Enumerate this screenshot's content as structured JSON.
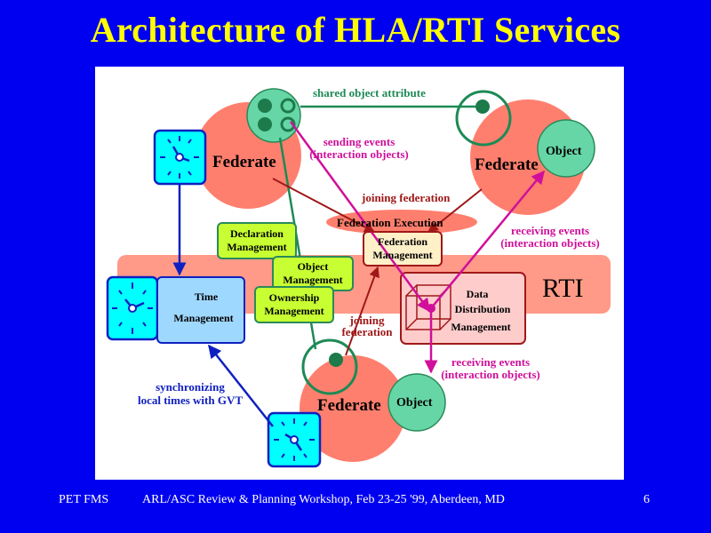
{
  "slide": {
    "title": "Architecture of HLA/RTI Services",
    "footer_left": "PET FMS",
    "footer_center": "ARL/ASC Review & Planning Workshop, Feb 23-25 '99,  Aberdeen, MD",
    "footer_right": "6"
  },
  "diagram": {
    "federate_label": "Federate",
    "object_label": "Object",
    "rti_label": "RTI",
    "federation_execution": "Federation Execution",
    "shared_object_attribute": "shared object attribute",
    "sending_events": [
      "sending events",
      "(interaction objects)"
    ],
    "joining_federation_top": "joining federation",
    "receiving_events_right": [
      "receiving events",
      "(interaction objects)"
    ],
    "receiving_events_bottom": [
      "receiving events",
      "(interaction objects)"
    ],
    "joining_federation_mid": [
      "joining",
      "federation"
    ],
    "synchronizing": [
      "synchronizing",
      "local times with GVT"
    ],
    "declaration_management": [
      "Declaration",
      "Management"
    ],
    "object_management": [
      "Object",
      "Management"
    ],
    "ownership_management": [
      "Ownership",
      "Management"
    ],
    "federation_management": [
      "Federation",
      "Management"
    ],
    "time_management": [
      "Time",
      "Management"
    ],
    "data_distribution_management": [
      "Data",
      "Distribution",
      "Management"
    ]
  },
  "colors": {
    "background": "#0000f0",
    "title": "#ffff00",
    "federate": "#ff7f6e",
    "object": "#66d6a6",
    "rti_band": "#ff9a88",
    "clock": "#00ffff",
    "mgmt_green": "#c8ff32",
    "time_mgmt": "#9fd8ff",
    "federation_mgmt": "#fff0c8",
    "ddm": "#ffcccc"
  }
}
